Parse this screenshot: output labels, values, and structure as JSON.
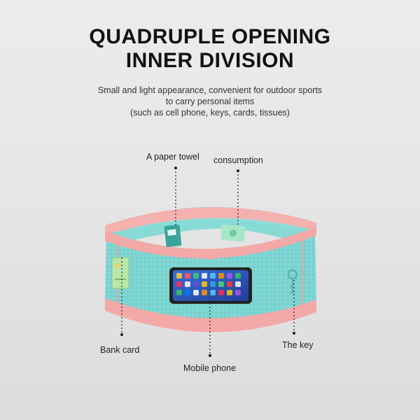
{
  "heading": {
    "line1": "QUADRUPLE OPENING",
    "line2": "INNER DIVISION"
  },
  "description": {
    "line1": "Small and light appearance, convenient for outdoor sports",
    "line2": "to carry personal items",
    "line3": "(such as cell phone, keys, cards, tissues)"
  },
  "callouts": {
    "paper_towel": "A paper towel",
    "consumption": "consumption",
    "bank_card": "Bank card",
    "mobile_phone": "Mobile phone",
    "the_key": "The key"
  },
  "colors": {
    "belt_mesh": "#7fd9d6",
    "belt_inner": "#8fe0db",
    "belt_trim": "#f3a9a7",
    "dotted_line": "#333333"
  },
  "icons": {
    "product": "waist-belt-illustration",
    "phone": "smartphone-icon",
    "card": "bank-card-icon",
    "key": "key-icon",
    "towel": "tissue-pack-icon",
    "cash": "banknote-icon"
  }
}
